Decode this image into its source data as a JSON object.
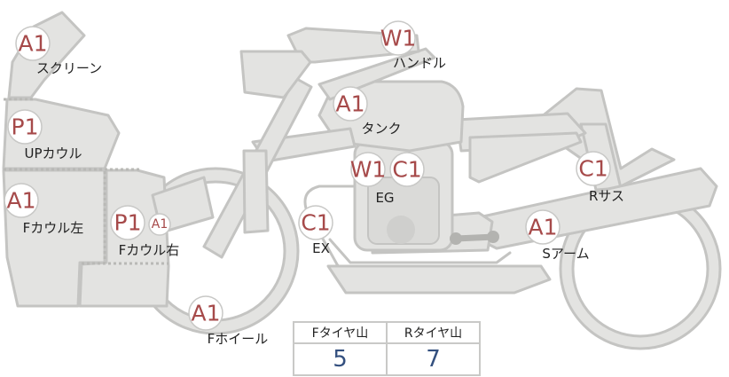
{
  "parts": [
    {
      "id": "screen",
      "label": "スクリーン",
      "badges": [
        "A1"
      ]
    },
    {
      "id": "handle",
      "label": "ハンドル",
      "badges": [
        "W1"
      ]
    },
    {
      "id": "tank",
      "label": "タンク",
      "badges": [
        "A1"
      ]
    },
    {
      "id": "up-cowl",
      "label": "UPカウル",
      "badges": [
        "P1"
      ]
    },
    {
      "id": "engine",
      "label": "EG",
      "badges": [
        "W1",
        "C1"
      ]
    },
    {
      "id": "rear-suspension",
      "label": "Rサス",
      "badges": [
        "C1"
      ]
    },
    {
      "id": "f-cowl-left",
      "label": "Fカウル左",
      "badges": [
        "A1"
      ]
    },
    {
      "id": "f-cowl-right",
      "label": "Fカウル右",
      "badges": [
        "P1",
        "A1"
      ]
    },
    {
      "id": "exhaust",
      "label": "EX",
      "badges": [
        "C1"
      ]
    },
    {
      "id": "swing-arm",
      "label": "Sアーム",
      "badges": [
        "A1"
      ]
    },
    {
      "id": "front-wheel",
      "label": "Fホイール",
      "badges": [
        "A1"
      ]
    }
  ],
  "tread_table": {
    "headers": [
      "Fタイヤ山",
      "Rタイヤ山"
    ],
    "values": [
      "5",
      "7"
    ]
  },
  "colors": {
    "body_fill": "#e3e3e1",
    "body_stroke": "#c4c4c2",
    "badge_text": "#a64a4a",
    "table_value": "#34507f"
  }
}
